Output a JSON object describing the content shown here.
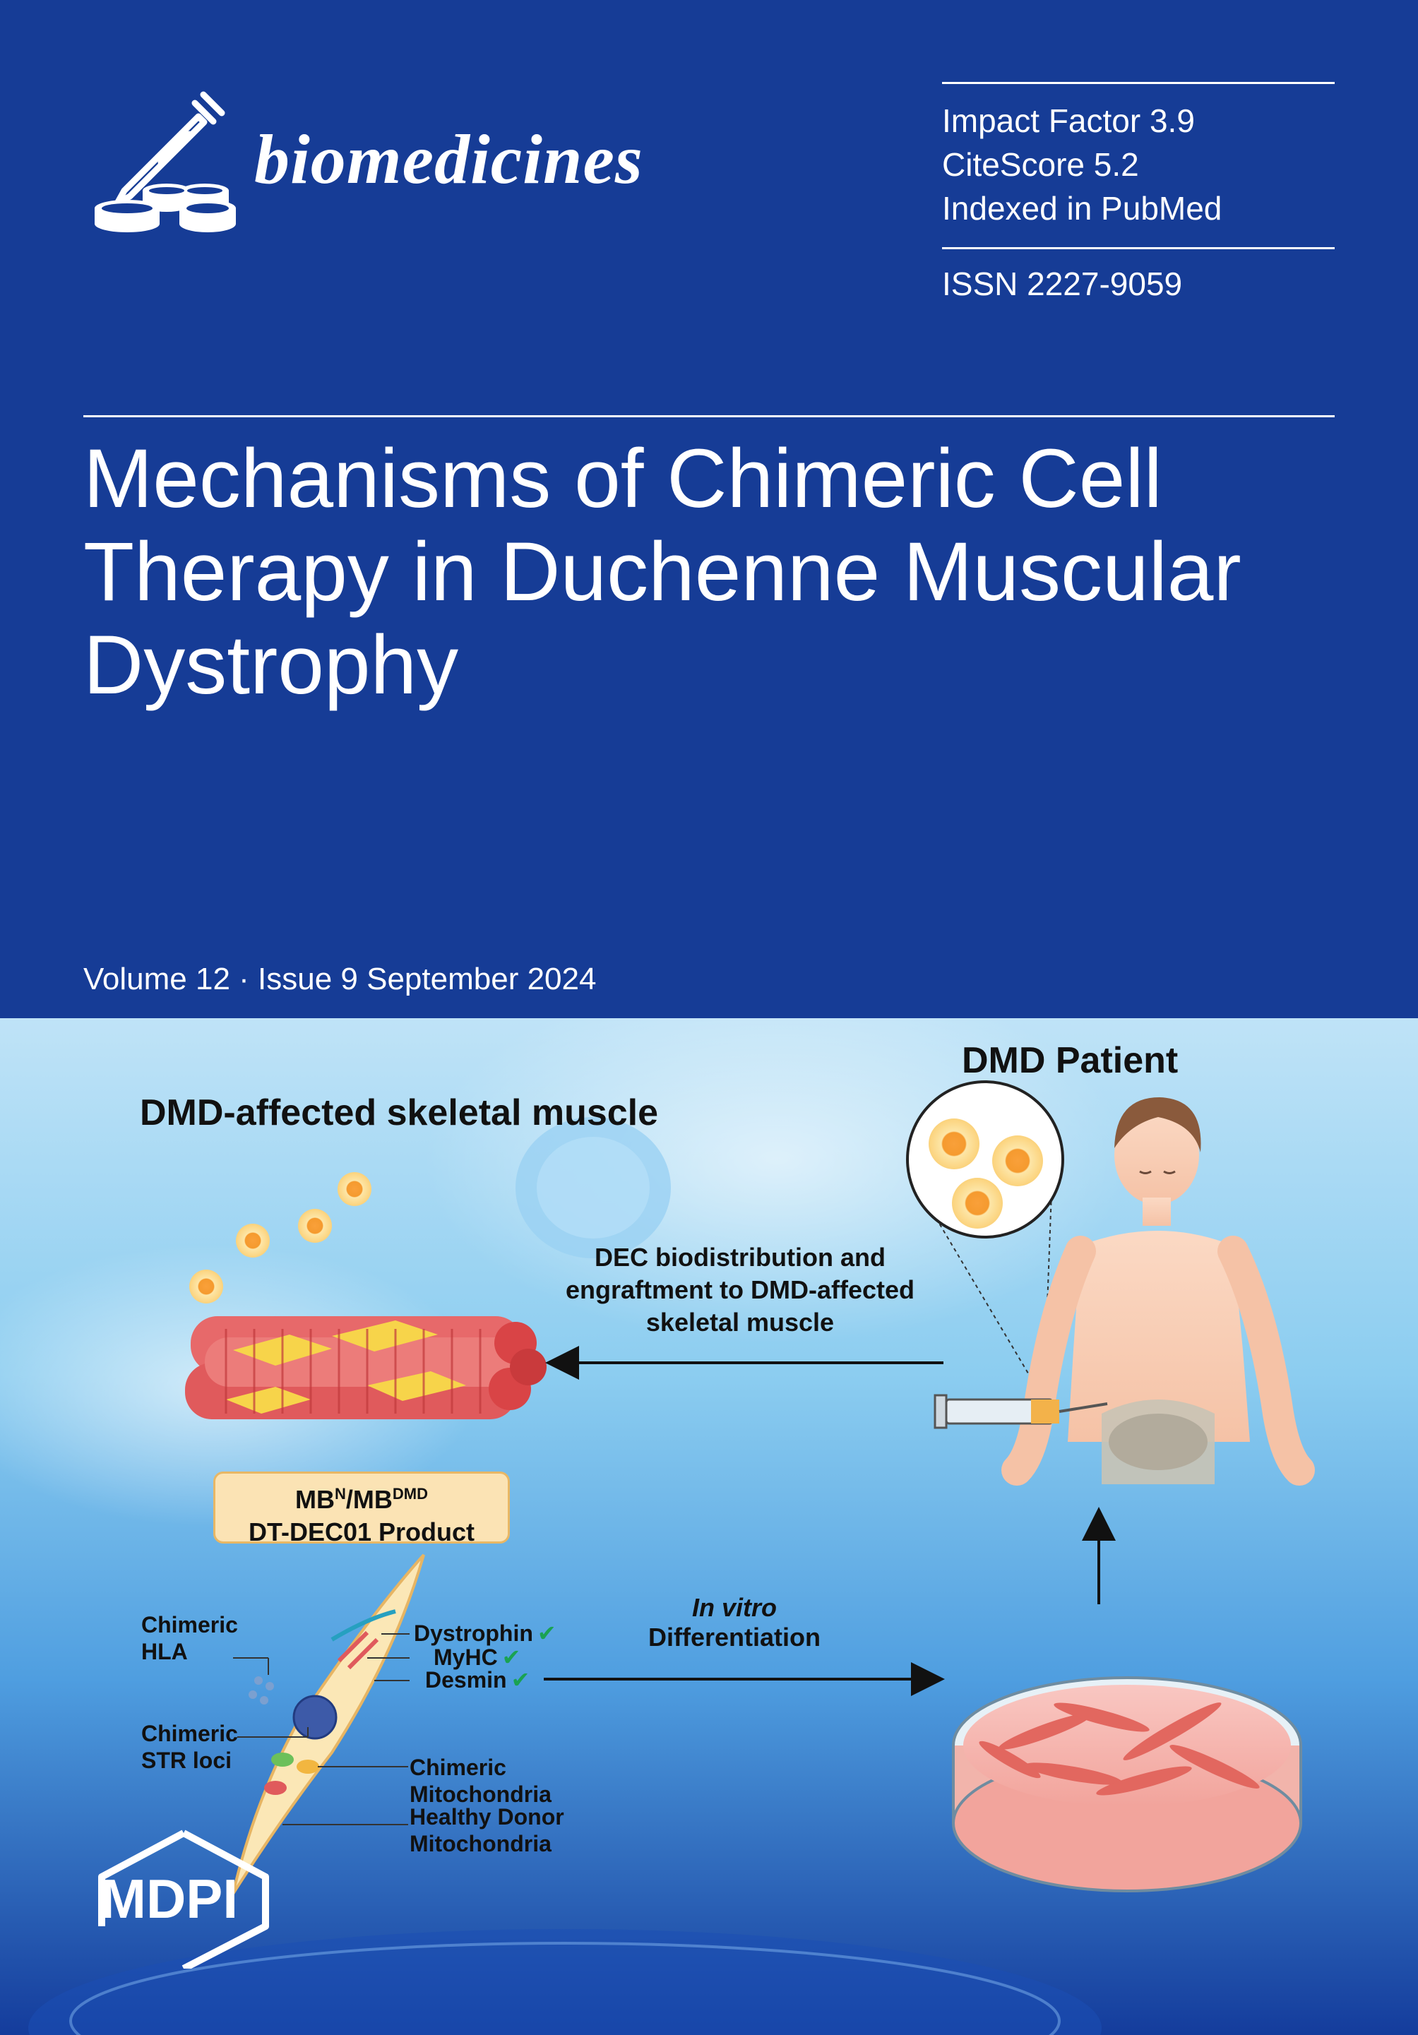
{
  "journal": {
    "name": "biomedicines",
    "publisher": "MDPI"
  },
  "metrics": {
    "impact_factor": "Impact Factor 3.9",
    "citescore": "CiteScore 5.2",
    "indexing": "Indexed in PubMed",
    "issn": "ISSN 2227-9059"
  },
  "cover": {
    "title_line1": "Mechanisms of Chimeric Cell",
    "title_line2": "Therapy in Duchenne Muscular",
    "title_line3": "Dystrophy",
    "volume": "Volume 12 · Issue 9 September 2024"
  },
  "abstract": {
    "muscle_heading": "DMD-affected skeletal muscle",
    "patient_heading": "DMD Patient",
    "biodistribution_line1": "DEC biodistribution and",
    "biodistribution_line2": "engraftment to DMD-affected",
    "biodistribution_line3": "skeletal muscle",
    "product_mb_n": "MB",
    "product_sup_n": "N",
    "product_mb_dmd": "/MB",
    "product_sup_dmd": "DMD",
    "product_name": "DT-DEC01 Product",
    "chimeric_hla": "Chimeric\nHLA",
    "chimeric_str": "Chimeric\nSTR loci",
    "dystrophin": "Dystrophin",
    "myhc": "MyHC",
    "desmin": "Desmin",
    "check_mark": "✔",
    "chimeric_mito": "Chimeric\nMitochondria",
    "donor_mito": "Healthy Donor\nMitochondria",
    "in_vitro": "In vitro",
    "differentiation": "Differentiation"
  },
  "colors": {
    "band": "#163c96",
    "white": "#ffffff",
    "check": "#1aa252"
  }
}
